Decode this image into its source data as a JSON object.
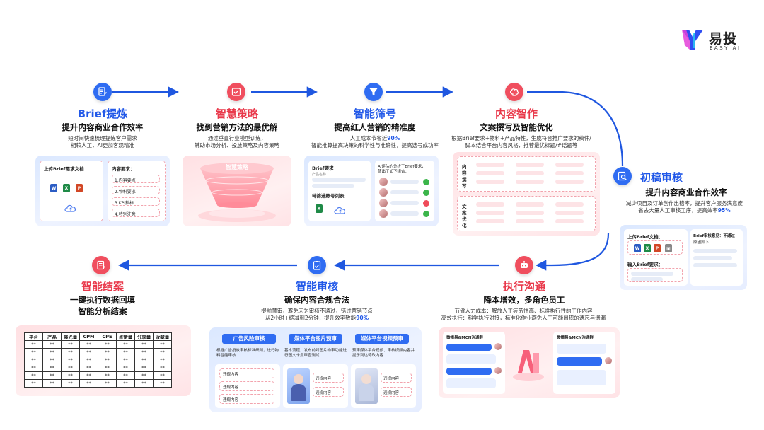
{
  "logo": {
    "name": "易投",
    "sub": "EASY AI"
  },
  "steps": {
    "brief": {
      "title": "Brief提炼",
      "subtitle": "提升内容商业合作效率",
      "desc1": "短时间快速梳理提炼客户需求",
      "desc2": "相较人工，AI更加客观精准",
      "card": {
        "upload_label": "上传Brief需求文档",
        "points_label": "内容要求：",
        "points": [
          "1.内容要点",
          "2.物料要求",
          "3.KPI指标",
          "4.特别注意"
        ]
      }
    },
    "strategy": {
      "title": "智慧策略",
      "subtitle": "找到营销方法的最优解",
      "desc1": "通过垂直行业模型训练，",
      "desc2": "辅助市场分析、投放策略及内容策略",
      "card_label": "智慧策略"
    },
    "filter": {
      "title": "智能筛号",
      "subtitle": "提高红人营销的精准度",
      "desc1_pre": "人工成本节省近",
      "desc1_hl": "90%",
      "desc2": "智能推算提高决策的科学性与准确性，提高选号成功率",
      "card": {
        "brief_label": "Brief要求",
        "product_label": "产品名称",
        "list_label": "待筛选账号列表",
        "ai_label": "AI评估的分析了Brief要求，",
        "ai_label2": "筛出了如下组合："
      }
    },
    "content": {
      "title": "内容智作",
      "subtitle": "文案撰写及智能优化",
      "desc1": "根据Brief要求+物料+产品特性，生成符合推广要求的稿件/",
      "desc2": "脚本结合平台内容风格，推荐最优标题/#话题等",
      "card": {
        "section1": "内容撰写",
        "section2": "文案优化"
      }
    },
    "review": {
      "title": "初稿审核",
      "subtitle": "提升内容商业合作效率",
      "desc1": "减少项目及订单创作出错率，提升客户服务满意度",
      "desc2_pre": "省去大量人工审核工序，提高效率",
      "desc2_hl": "95%",
      "card": {
        "upload_label": "上传Brief文档：",
        "input_label": "输入Brief要求：",
        "result_label": "Brief审核意见：不通过",
        "reason_label": "原因如下："
      }
    },
    "execute": {
      "title": "执行沟通",
      "subtitle": "降本增效，多角色员工",
      "desc1": "节省人力成本：解放人工疲劳性高、标准执行性的工作内容",
      "desc2": "高效执行：科学执行对接，标准化作业避免人工可能出现的遗忘与遗漏",
      "card": {
        "left_header": "微播易&MCN沟通群",
        "right_header": "微播易&MCN沟通群"
      }
    },
    "audit": {
      "title": "智能审核",
      "subtitle": "确保内容合规合法",
      "desc1": "提前预审，避免因为审核不通过，错过营销节点",
      "desc2_pre": "从2小时+缩减到2分钟，提升效率致能",
      "desc2_hl": "90%",
      "card": {
        "tabs": [
          "广告风险审核",
          "媒体平台图片预审",
          "媒体平台视频预审"
        ],
        "tab1_desc": "根据广告投放审核标准细则，进行物料智能审核",
        "tab2_desc": "基本流程，发布前对图片物审功能进行图文卡点审查测试",
        "tab3_desc": "预审媒体平台视频、审核视频内容并提示到达待改内容",
        "risk_label": "违规内容",
        "items": [
          "违规内容",
          "违规内容",
          "违规内容"
        ]
      }
    },
    "report": {
      "title": "智能结案",
      "subtitle": "一键执行数据回填",
      "subtitle2": "智能分析结案",
      "table_headers": [
        "平台",
        "产品",
        "曝光量",
        "CPM",
        "CPE",
        "点赞量",
        "分享量",
        "收藏量"
      ],
      "row_placeholder": "**"
    }
  }
}
